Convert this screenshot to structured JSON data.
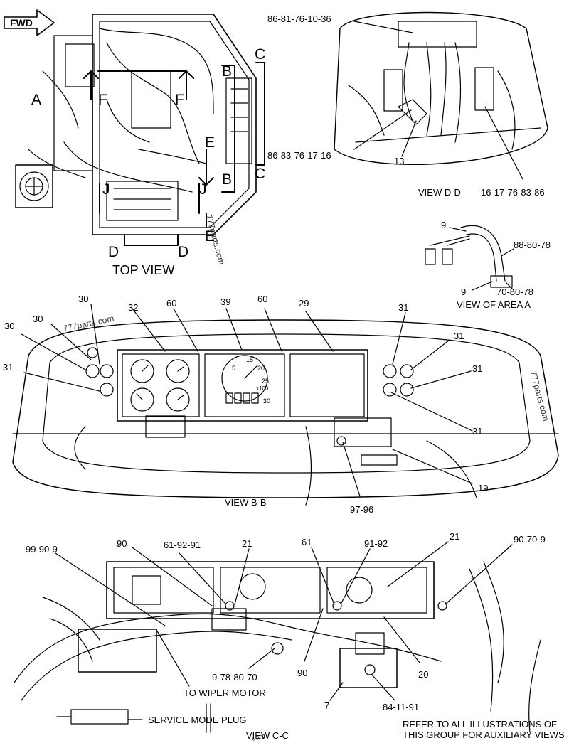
{
  "direction": {
    "label": "FWD"
  },
  "top_view": {
    "title": "TOP VIEW",
    "section_letters": {
      "a": "A",
      "b1": "B",
      "b2": "B",
      "c1": "C",
      "c2": "C",
      "d1": "D",
      "d2": "D",
      "e1": "E",
      "e2": "E",
      "f1": "F",
      "f2": "F",
      "j1": "J",
      "j2": "J"
    }
  },
  "view_dd": {
    "title": "VIEW D-D",
    "callouts": {
      "top": "86-81-76-10-36",
      "left": "86-83-76-17-16",
      "item13": "13",
      "right": "16-17-76-83-86"
    }
  },
  "view_area_a": {
    "title": "VIEW OF AREA  A",
    "callouts": {
      "top9": "9",
      "right_top": "88-80-78",
      "bottom9": "9",
      "right_bottom": "70-80-78"
    }
  },
  "view_bb": {
    "title": "VIEW B-B",
    "callouts": {
      "c30a": "30",
      "c30b": "30",
      "c30c": "30",
      "c31a": "31",
      "c32": "32",
      "c60a": "60",
      "c39": "39",
      "c60b": "60",
      "c29": "29",
      "c31b": "31",
      "c31c": "31",
      "c31d": "31",
      "c31e": "31",
      "c19": "19",
      "c9796": "97-96"
    },
    "gauge_labels": {
      "g5": "5",
      "g15": "15",
      "g20": "20",
      "g25": "25",
      "g30": "30",
      "gx100": "x100"
    }
  },
  "view_cc": {
    "title": "VIEW C-C",
    "callouts": {
      "c99909": "99-90-9",
      "c90a": "90",
      "c619291": "61-92-91",
      "c21a": "21",
      "c61": "61",
      "c9192": "91-92",
      "c21b": "21",
      "c90709": "90-70-9",
      "c9788070": "9-78-80-70",
      "c90b": "90",
      "c20": "20",
      "c7": "7",
      "c841191": "84-11-91"
    },
    "notes": {
      "wiper": "TO WIPER MOTOR",
      "service": "SERVICE MODE PLUG"
    }
  },
  "footer_note": {
    "line1": "REFER TO ALL ILLUSTRATIONS OF",
    "line2": "THIS GROUP FOR AUXILIARY VIEWS"
  },
  "watermarks": {
    "w1": "777parts.com",
    "w2": "777parts.com",
    "w3": "777parts.com",
    "w4": "com"
  }
}
